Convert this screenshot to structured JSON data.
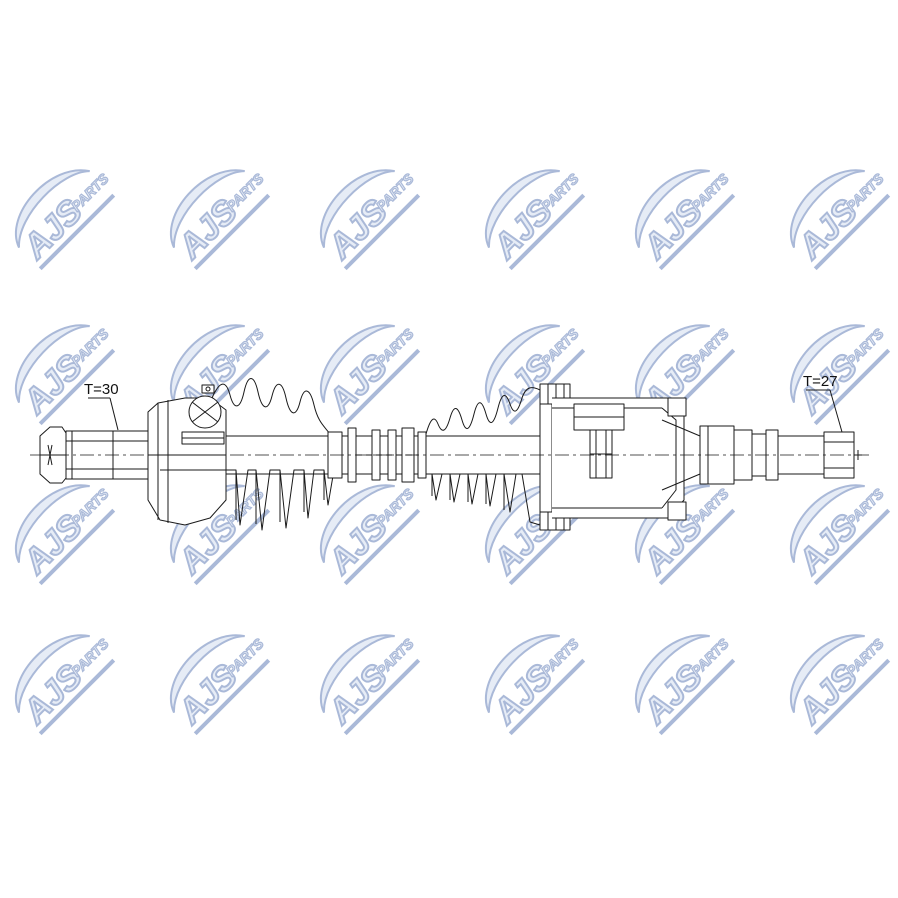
{
  "watermark": {
    "brand": "AJS",
    "suffix": "PARTS",
    "color": "#aab9d8",
    "fill_color": "#e6ecf6"
  },
  "diagram": {
    "subject": "drive-shaft",
    "line_color": "#1a1a1a",
    "left_spline_label": "T=30",
    "right_spline_label": "T=27"
  }
}
